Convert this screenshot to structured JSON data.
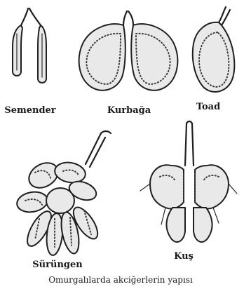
{
  "labels": {
    "salamander": "Semender",
    "frog": "Kurbağa",
    "toad": "Toad",
    "reptile": "Sürüngen",
    "bird": "Kuş"
  },
  "caption": "Omurgalılarda akciğerlerin yapısı"
}
